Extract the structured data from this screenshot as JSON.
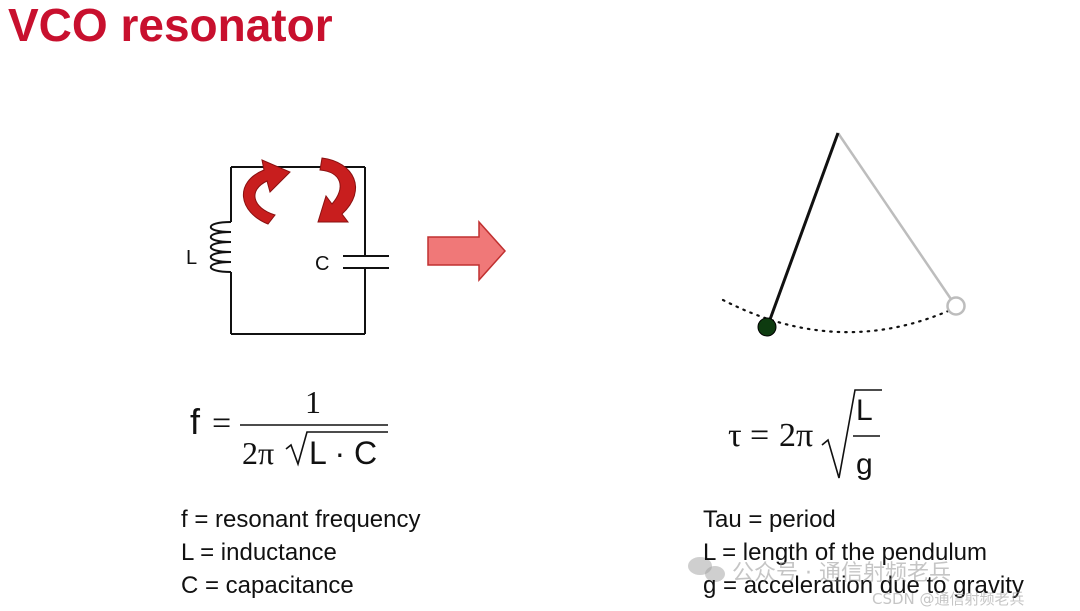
{
  "slide": {
    "title": "VCO resonator"
  },
  "lc_circuit": {
    "inductor_label": "L",
    "capacitor_label": "C",
    "colors": {
      "arrow": "#c41a1a",
      "big_arrow_fill": "#f07878",
      "big_arrow_stroke": "#c03030"
    }
  },
  "formula_left": {
    "lhs": "f",
    "eq": "=",
    "numerator": "1",
    "den_prefix": "2π",
    "den_radicand": "L · C"
  },
  "formula_right": {
    "lhs": "τ",
    "eq": "=",
    "prefix": "2π",
    "frac_num": "L",
    "frac_den": "g"
  },
  "legend_left": [
    "f = resonant frequency",
    "L = inductance",
    "C = capacitance"
  ],
  "legend_right": [
    "Tau = period",
    "L = length of the pendulum",
    "g = acceleration due to gravity"
  ],
  "watermarks": {
    "wechat": "公众号 · 通信射频老兵",
    "csdn": "CSDN @通信射频老兵"
  }
}
